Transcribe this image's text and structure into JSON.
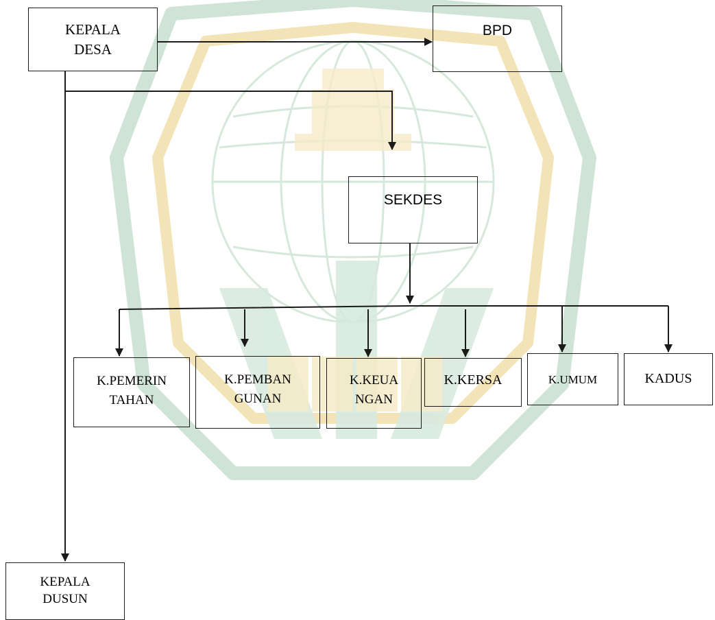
{
  "diagram": {
    "nodes": {
      "kepala_desa": "KEPALA\nDESA",
      "bpd": "BPD",
      "sekdes": "SEKDES",
      "k_pemerintahan": "K.PEMERIN\nTAHAN",
      "k_pembangunan": "K.PEMBAN\nGUNAN",
      "k_keuangan": "K.KEUA\nNGAN",
      "k_kersa": "K.KERSA",
      "k_umum": "K.UMUM",
      "kadus": "KADUS",
      "kepala_dusun": "KEPALA\nDUSUN"
    },
    "edges": [
      [
        "kepala_desa",
        "bpd"
      ],
      [
        "kepala_desa",
        "sekdes"
      ],
      [
        "kepala_desa",
        "kepala_dusun"
      ],
      [
        "sekdes",
        "k_pemerintahan"
      ],
      [
        "sekdes",
        "k_pembangunan"
      ],
      [
        "sekdes",
        "k_keuangan"
      ],
      [
        "sekdes",
        "k_kersa"
      ],
      [
        "sekdes",
        "k_umum"
      ],
      [
        "sekdes",
        "kadus"
      ]
    ]
  },
  "colors": {
    "line": "#1a1a1a",
    "watermark_green": "#cfe3d6",
    "watermark_gold": "#f3e4b8"
  }
}
